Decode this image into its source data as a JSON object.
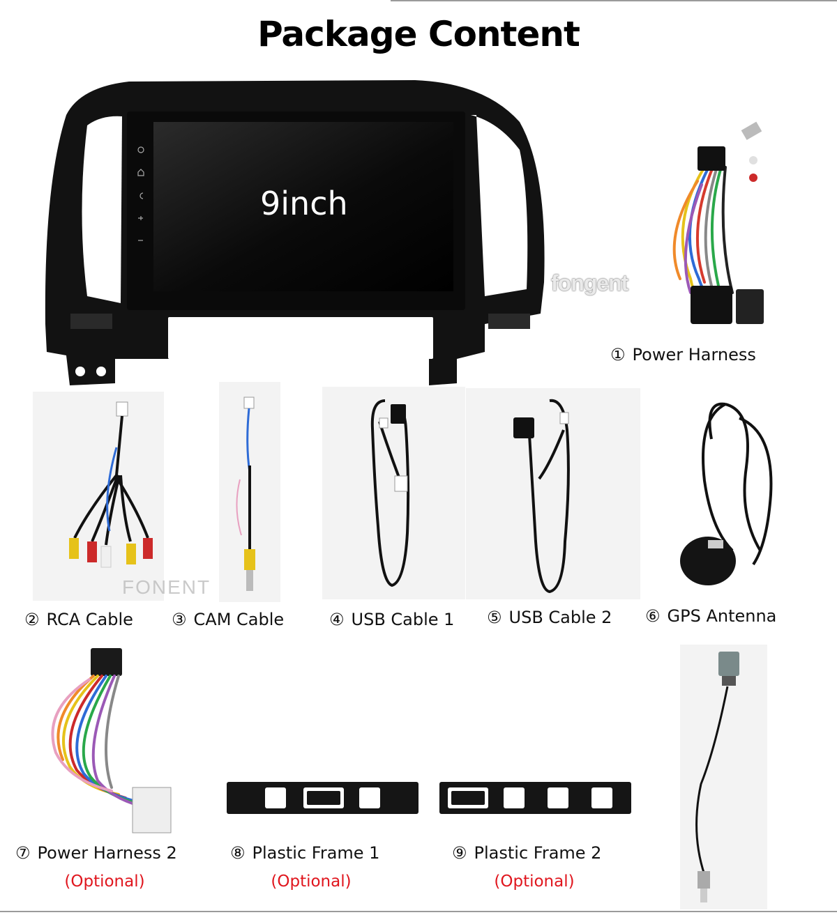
{
  "title": "Package Content",
  "screen_label": "9inch",
  "watermark": "fongent",
  "watermark2": "FONENT",
  "items": [
    {
      "num": "①",
      "label": "Power Harness",
      "optional": ""
    },
    {
      "num": "②",
      "label": "RCA Cable",
      "optional": ""
    },
    {
      "num": "③",
      "label": "CAM Cable",
      "optional": ""
    },
    {
      "num": "④",
      "label": "USB Cable 1",
      "optional": ""
    },
    {
      "num": "⑤",
      "label": "USB Cable 2",
      "optional": ""
    },
    {
      "num": "⑥",
      "label": "GPS Antenna",
      "optional": ""
    },
    {
      "num": "⑦",
      "label": "Power Harness 2",
      "optional": "(Optional)"
    },
    {
      "num": "⑧",
      "label": "Plastic Frame 1",
      "optional": "(Optional)"
    },
    {
      "num": "⑨",
      "label": "Plastic Frame 2",
      "optional": "(Optional)"
    }
  ],
  "colors": {
    "text": "#111111",
    "optional": "#e0161e",
    "frame": "#151515"
  }
}
